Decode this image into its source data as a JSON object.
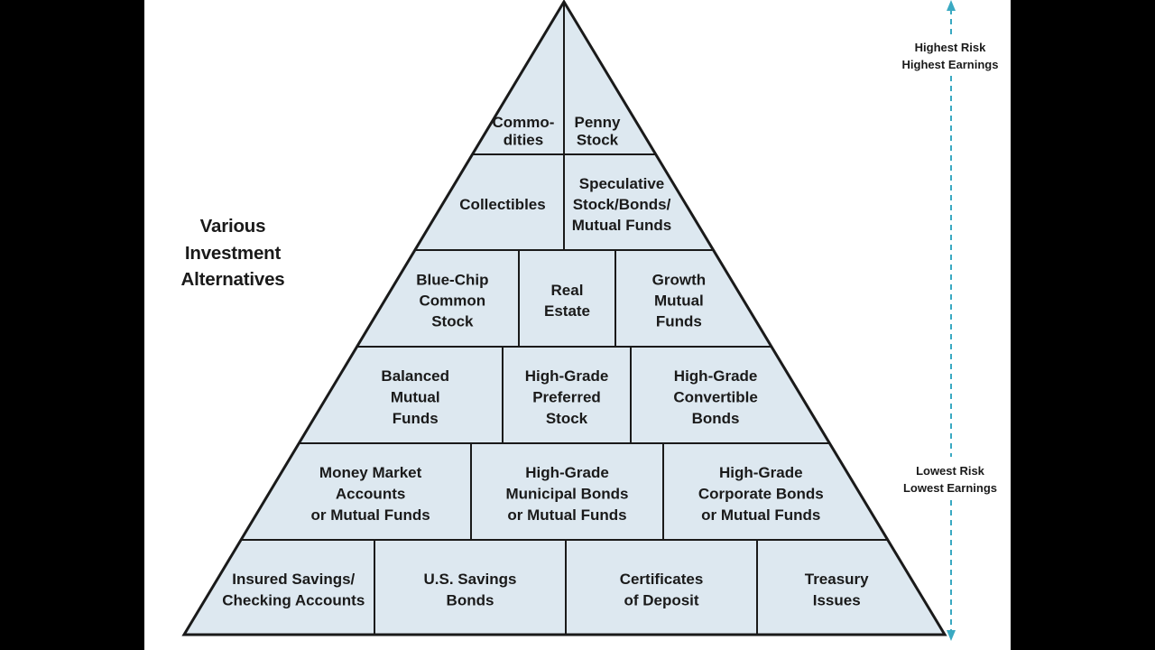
{
  "side_title": "Various\nInvestment\nAlternatives",
  "risk_axis": {
    "top_label": "Highest Risk\nHighest Earnings",
    "bottom_label": "Lowest Risk\nLowest Earnings",
    "arrow_color": "#3aa9c2"
  },
  "colors": {
    "cell_fill": "#dde8f0",
    "line": "#1a1a1a",
    "text": "#1a1a1a"
  },
  "tiers": [
    {
      "level": 1,
      "cells": [
        {
          "name": "commodities",
          "lines": [
            "Commo-",
            "dities"
          ]
        },
        {
          "name": "penny-stock",
          "lines": [
            "Penny",
            "Stock"
          ]
        }
      ]
    },
    {
      "level": 2,
      "cells": [
        {
          "name": "collectibles",
          "lines": [
            "Collectibles"
          ]
        },
        {
          "name": "speculative-stock-bonds-mutual-funds",
          "lines": [
            "Speculative",
            "Stock/Bonds/",
            "Mutual Funds"
          ]
        }
      ]
    },
    {
      "level": 3,
      "cells": [
        {
          "name": "blue-chip-common-stock",
          "lines": [
            "Blue-Chip",
            "Common",
            "Stock"
          ]
        },
        {
          "name": "real-estate",
          "lines": [
            "Real",
            "Estate"
          ]
        },
        {
          "name": "growth-mutual-funds",
          "lines": [
            "Growth",
            "Mutual",
            "Funds"
          ]
        }
      ]
    },
    {
      "level": 4,
      "cells": [
        {
          "name": "balanced-mutual-funds",
          "lines": [
            "Balanced",
            "Mutual",
            "Funds"
          ]
        },
        {
          "name": "high-grade-preferred-stock",
          "lines": [
            "High-Grade",
            "Preferred",
            "Stock"
          ]
        },
        {
          "name": "high-grade-convertible-bonds",
          "lines": [
            "High-Grade",
            "Convertible",
            "Bonds"
          ]
        }
      ]
    },
    {
      "level": 5,
      "cells": [
        {
          "name": "money-market-accounts",
          "lines": [
            "Money Market",
            "Accounts",
            "or Mutual Funds"
          ]
        },
        {
          "name": "high-grade-municipal-bonds",
          "lines": [
            "High-Grade",
            "Municipal Bonds",
            "or Mutual Funds"
          ]
        },
        {
          "name": "high-grade-corporate-bonds",
          "lines": [
            "High-Grade",
            "Corporate Bonds",
            "or Mutual Funds"
          ]
        }
      ]
    },
    {
      "level": 6,
      "cells": [
        {
          "name": "insured-savings-checking-accounts",
          "lines": [
            "Insured Savings/",
            "Checking Accounts"
          ]
        },
        {
          "name": "us-savings-bonds",
          "lines": [
            "U.S. Savings",
            "Bonds"
          ]
        },
        {
          "name": "certificates-of-deposit",
          "lines": [
            "Certificates",
            "of Deposit"
          ]
        },
        {
          "name": "treasury-issues",
          "lines": [
            "Treasury",
            "Issues"
          ]
        }
      ]
    }
  ]
}
